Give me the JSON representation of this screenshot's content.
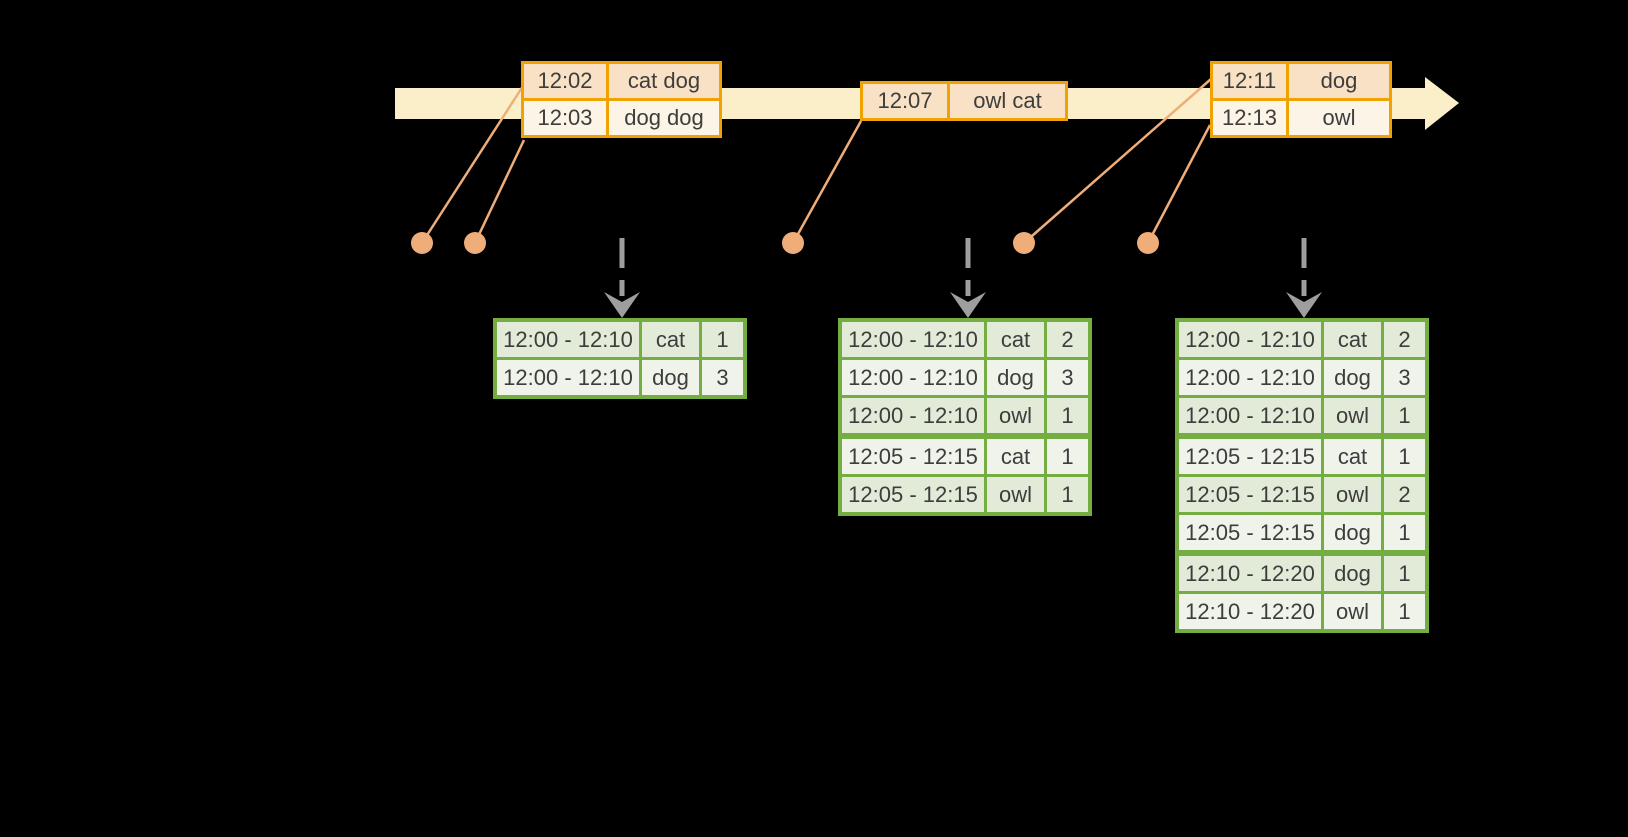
{
  "palette": {
    "background": "#000000",
    "timeline_band": "#FBEFC9",
    "gold_border": "#F0A202",
    "peach_row_fill": "#F8E1C4",
    "cream_row_fill": "#FCF4E7",
    "orange_accent": "#EFAD79",
    "green_border": "#74AD41",
    "green_row_fill_dark": "#E2EBD8",
    "green_row_fill_light": "#EFF3EA",
    "table_text": "#3D3D3D",
    "dashed_arrow_gray": "#9E9E9E"
  },
  "input_tables": [
    {
      "name": "event-batch-1",
      "rows": [
        {
          "time": "12:02",
          "words": "cat dog"
        },
        {
          "time": "12:03",
          "words": "dog dog"
        }
      ]
    },
    {
      "name": "event-batch-2",
      "rows": [
        {
          "time": "12:07",
          "words": "owl cat"
        }
      ]
    },
    {
      "name": "event-batch-3",
      "rows": [
        {
          "time": "12:11",
          "words": "dog"
        },
        {
          "time": "12:13",
          "words": "owl"
        }
      ]
    }
  ],
  "result_tables": [
    {
      "name": "windowed-counts-1",
      "group_breaks": [],
      "rows": [
        {
          "window": "12:00 - 12:10",
          "word": "cat",
          "count": "1"
        },
        {
          "window": "12:00 - 12:10",
          "word": "dog",
          "count": "3"
        }
      ]
    },
    {
      "name": "windowed-counts-2",
      "group_breaks": [
        3
      ],
      "rows": [
        {
          "window": "12:00 - 12:10",
          "word": "cat",
          "count": "2"
        },
        {
          "window": "12:00 - 12:10",
          "word": "dog",
          "count": "3"
        },
        {
          "window": "12:00 - 12:10",
          "word": "owl",
          "count": "1"
        },
        {
          "window": "12:05 - 12:15",
          "word": "cat",
          "count": "1"
        },
        {
          "window": "12:05 - 12:15",
          "word": "owl",
          "count": "1"
        }
      ]
    },
    {
      "name": "windowed-counts-3",
      "group_breaks": [
        3,
        6
      ],
      "rows": [
        {
          "window": "12:00 - 12:10",
          "word": "cat",
          "count": "2"
        },
        {
          "window": "12:00 - 12:10",
          "word": "dog",
          "count": "3"
        },
        {
          "window": "12:00 - 12:10",
          "word": "owl",
          "count": "1"
        },
        {
          "window": "12:05 - 12:15",
          "word": "cat",
          "count": "1"
        },
        {
          "window": "12:05 - 12:15",
          "word": "owl",
          "count": "2"
        },
        {
          "window": "12:05 - 12:15",
          "word": "dog",
          "count": "1"
        },
        {
          "window": "12:10 - 12:20",
          "word": "dog",
          "count": "1"
        },
        {
          "window": "12:10 - 12:20",
          "word": "owl",
          "count": "1"
        }
      ]
    }
  ]
}
